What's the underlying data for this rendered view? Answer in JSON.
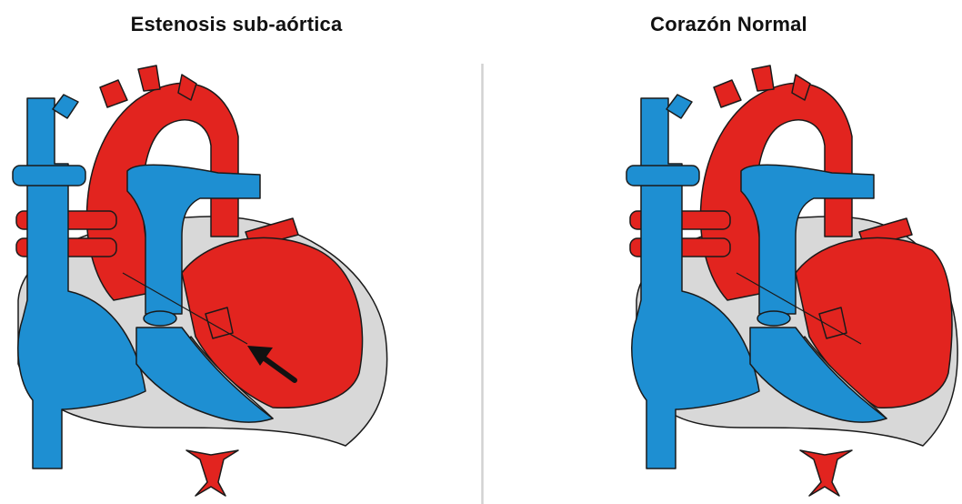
{
  "panels": [
    {
      "title": "Estenosis sub-aórtica"
    },
    {
      "title": "Corazón Normal"
    }
  ],
  "colors": {
    "arterial_red": "#e2241f",
    "venous_blue": "#1e8fd2",
    "wall_gray": "#d8d8d8",
    "outline": "#1a1a1a",
    "arrow": "#111111"
  },
  "annotations": {
    "arrow": "points to sub-aortic narrowing"
  }
}
